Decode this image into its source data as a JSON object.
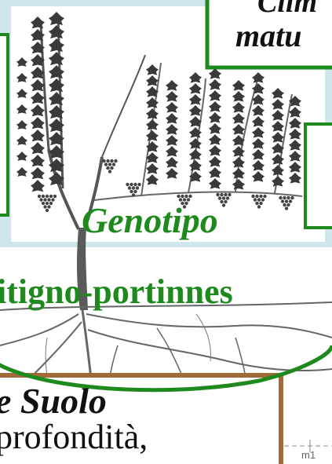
{
  "labels": {
    "clima_top": "Clim",
    "maturazione": "matu",
    "genotipo": "Genotipo",
    "vitigno_portinnesto": "itigno-portinnes",
    "suolo_title": "e Suolo",
    "profondita": "profondità,",
    "depth_mark": "m1"
  },
  "colors": {
    "sky_box": "#cfe6ec",
    "green_accent": "#1e8a1e",
    "brown_frame": "#a06a3a",
    "leaf": "#3a3a3a",
    "wood": "#555555"
  }
}
